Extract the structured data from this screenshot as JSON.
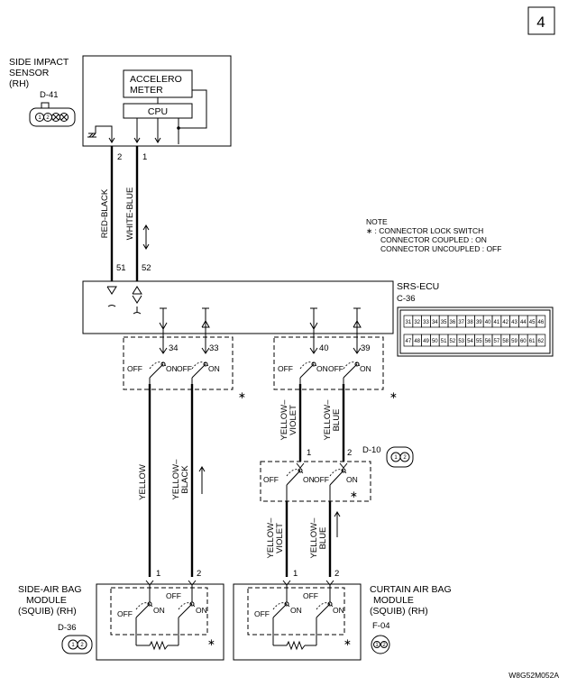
{
  "page_number": "4",
  "diagram_code": "W8G52M052A",
  "note": {
    "title": "NOTE",
    "lines": [
      "∗ : CONNECTOR LOCK SWITCH",
      "CONNECTOR COUPLED : ON",
      "CONNECTOR UNCOUPLED : OFF"
    ]
  },
  "side_impact_sensor": {
    "title_lines": [
      "SIDE IMPACT",
      "SENSOR",
      "(RH)"
    ],
    "connector": "D-41",
    "plug_pins": [
      "1",
      "2",
      "",
      ""
    ],
    "accelerometer_lines": [
      "ACCELERO",
      "METER"
    ],
    "cpu": "CPU",
    "pins": [
      "2",
      "1"
    ]
  },
  "wires_top": {
    "left_color": "RED-BLACK",
    "right_color": "WHITE-BLUE"
  },
  "srs_ecu": {
    "title": "SRS-ECU",
    "connector": "C-36",
    "input_pins": [
      "51",
      "52"
    ],
    "connector_row1": [
      "31",
      "32",
      "33",
      "34",
      "35",
      "36",
      "37",
      "38",
      "39",
      "40",
      "41",
      "42",
      "43",
      "44",
      "45",
      "46"
    ],
    "connector_row2": [
      "47",
      "48",
      "49",
      "50",
      "51",
      "52",
      "53",
      "54",
      "55",
      "56",
      "57",
      "58",
      "59",
      "60",
      "61",
      "62"
    ]
  },
  "ecu_switch_left": {
    "pins": [
      "34",
      "33"
    ],
    "labels": [
      "OFF",
      "ON",
      "OFF",
      "ON"
    ],
    "star": "∗"
  },
  "ecu_switch_right": {
    "pins": [
      "40",
      "39"
    ],
    "labels": [
      "OFF",
      "ON",
      "OFF",
      "ON"
    ],
    "star": "∗"
  },
  "wires_left": {
    "left_color": "YELLOW",
    "right_color_lines": [
      "YELLOW–",
      "BLACK"
    ]
  },
  "wires_right_upper": {
    "left_color_lines": [
      "YELLOW–",
      "VIOLET"
    ],
    "right_color_lines": [
      "YELLOW–",
      "BLUE"
    ]
  },
  "connector_d10": {
    "name": "D-10",
    "pins": [
      "1",
      "2"
    ],
    "plug_pins": [
      "1",
      "2"
    ],
    "labels": [
      "OFF",
      "ON",
      "OFF",
      "ON"
    ],
    "star": "∗"
  },
  "wires_right_lower": {
    "left_color_lines": [
      "YELLOW–",
      "VIOLET"
    ],
    "right_color_lines": [
      "YELLOW–",
      "BLUE"
    ]
  },
  "side_airbag_module": {
    "title_lines": [
      "SIDE-AIR BAG",
      "MODULE",
      "(SQUIB) (RH)"
    ],
    "connector": "D-36",
    "plug_pins": [
      "1",
      "2"
    ],
    "pins": [
      "1",
      "2"
    ],
    "labels": [
      "OFF",
      "ON",
      "OFF",
      "ON"
    ],
    "star": "∗"
  },
  "curtain_airbag_module": {
    "title_lines": [
      "CURTAIN AIR BAG",
      "MODULE",
      "(SQUIB) (RH)"
    ],
    "connector": "F-04",
    "plug_pins": [
      "1",
      "2"
    ],
    "pins": [
      "1",
      "2"
    ],
    "labels": [
      "OFF",
      "ON",
      "OFF",
      "ON"
    ],
    "star": "∗"
  }
}
